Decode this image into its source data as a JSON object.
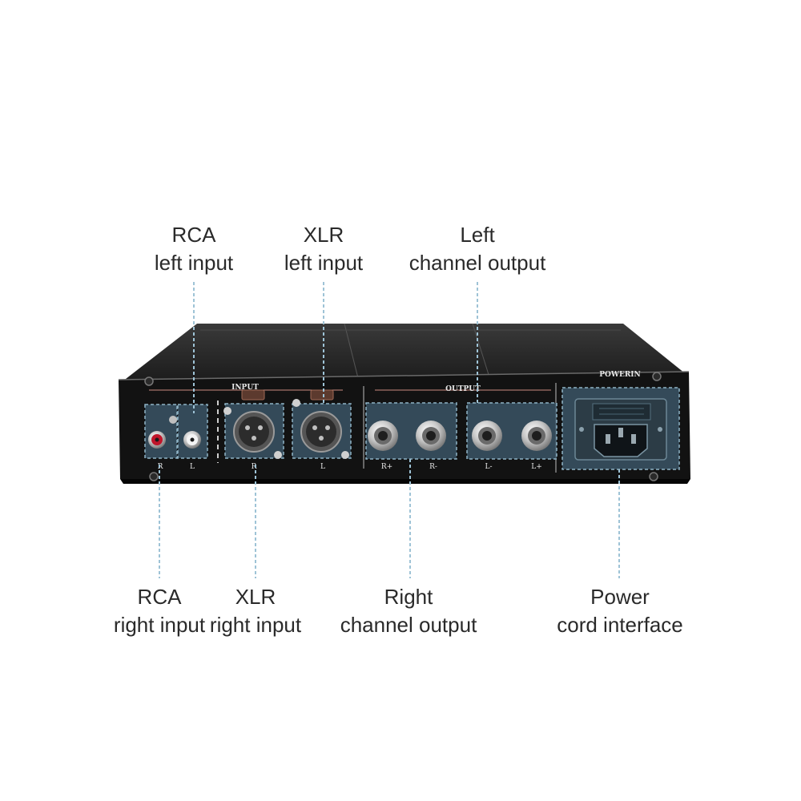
{
  "callouts": {
    "rca_left": {
      "line1": "RCA",
      "line2": "left input"
    },
    "xlr_left": {
      "line1": "XLR",
      "line2": "left input"
    },
    "left_output": {
      "line1": "Left",
      "line2": "channel output"
    },
    "rca_right": {
      "line1": "RCA",
      "line2": "right input"
    },
    "xlr_right": {
      "line1": "XLR",
      "line2": "right input"
    },
    "right_output": {
      "line1": "Right",
      "line2": "channel output"
    },
    "power": {
      "line1": "Power",
      "line2": "cord interface"
    }
  },
  "panel": {
    "input_header": "INPUT",
    "output_header": "OUTPUT",
    "power_header": "POWERIN",
    "rca_r": "R",
    "rca_l": "L",
    "xlr_r": "R",
    "xlr_l": "L",
    "out_rp": "R+",
    "out_rm": "R-",
    "out_lm": "L-",
    "out_lp": "L+"
  },
  "colors": {
    "chassis": "#111111",
    "highlight_fill": "#3b5566",
    "highlight_dash": "#8fb3c6",
    "leader_line": "#9ec3d6",
    "rca_red": "#c0152a"
  }
}
